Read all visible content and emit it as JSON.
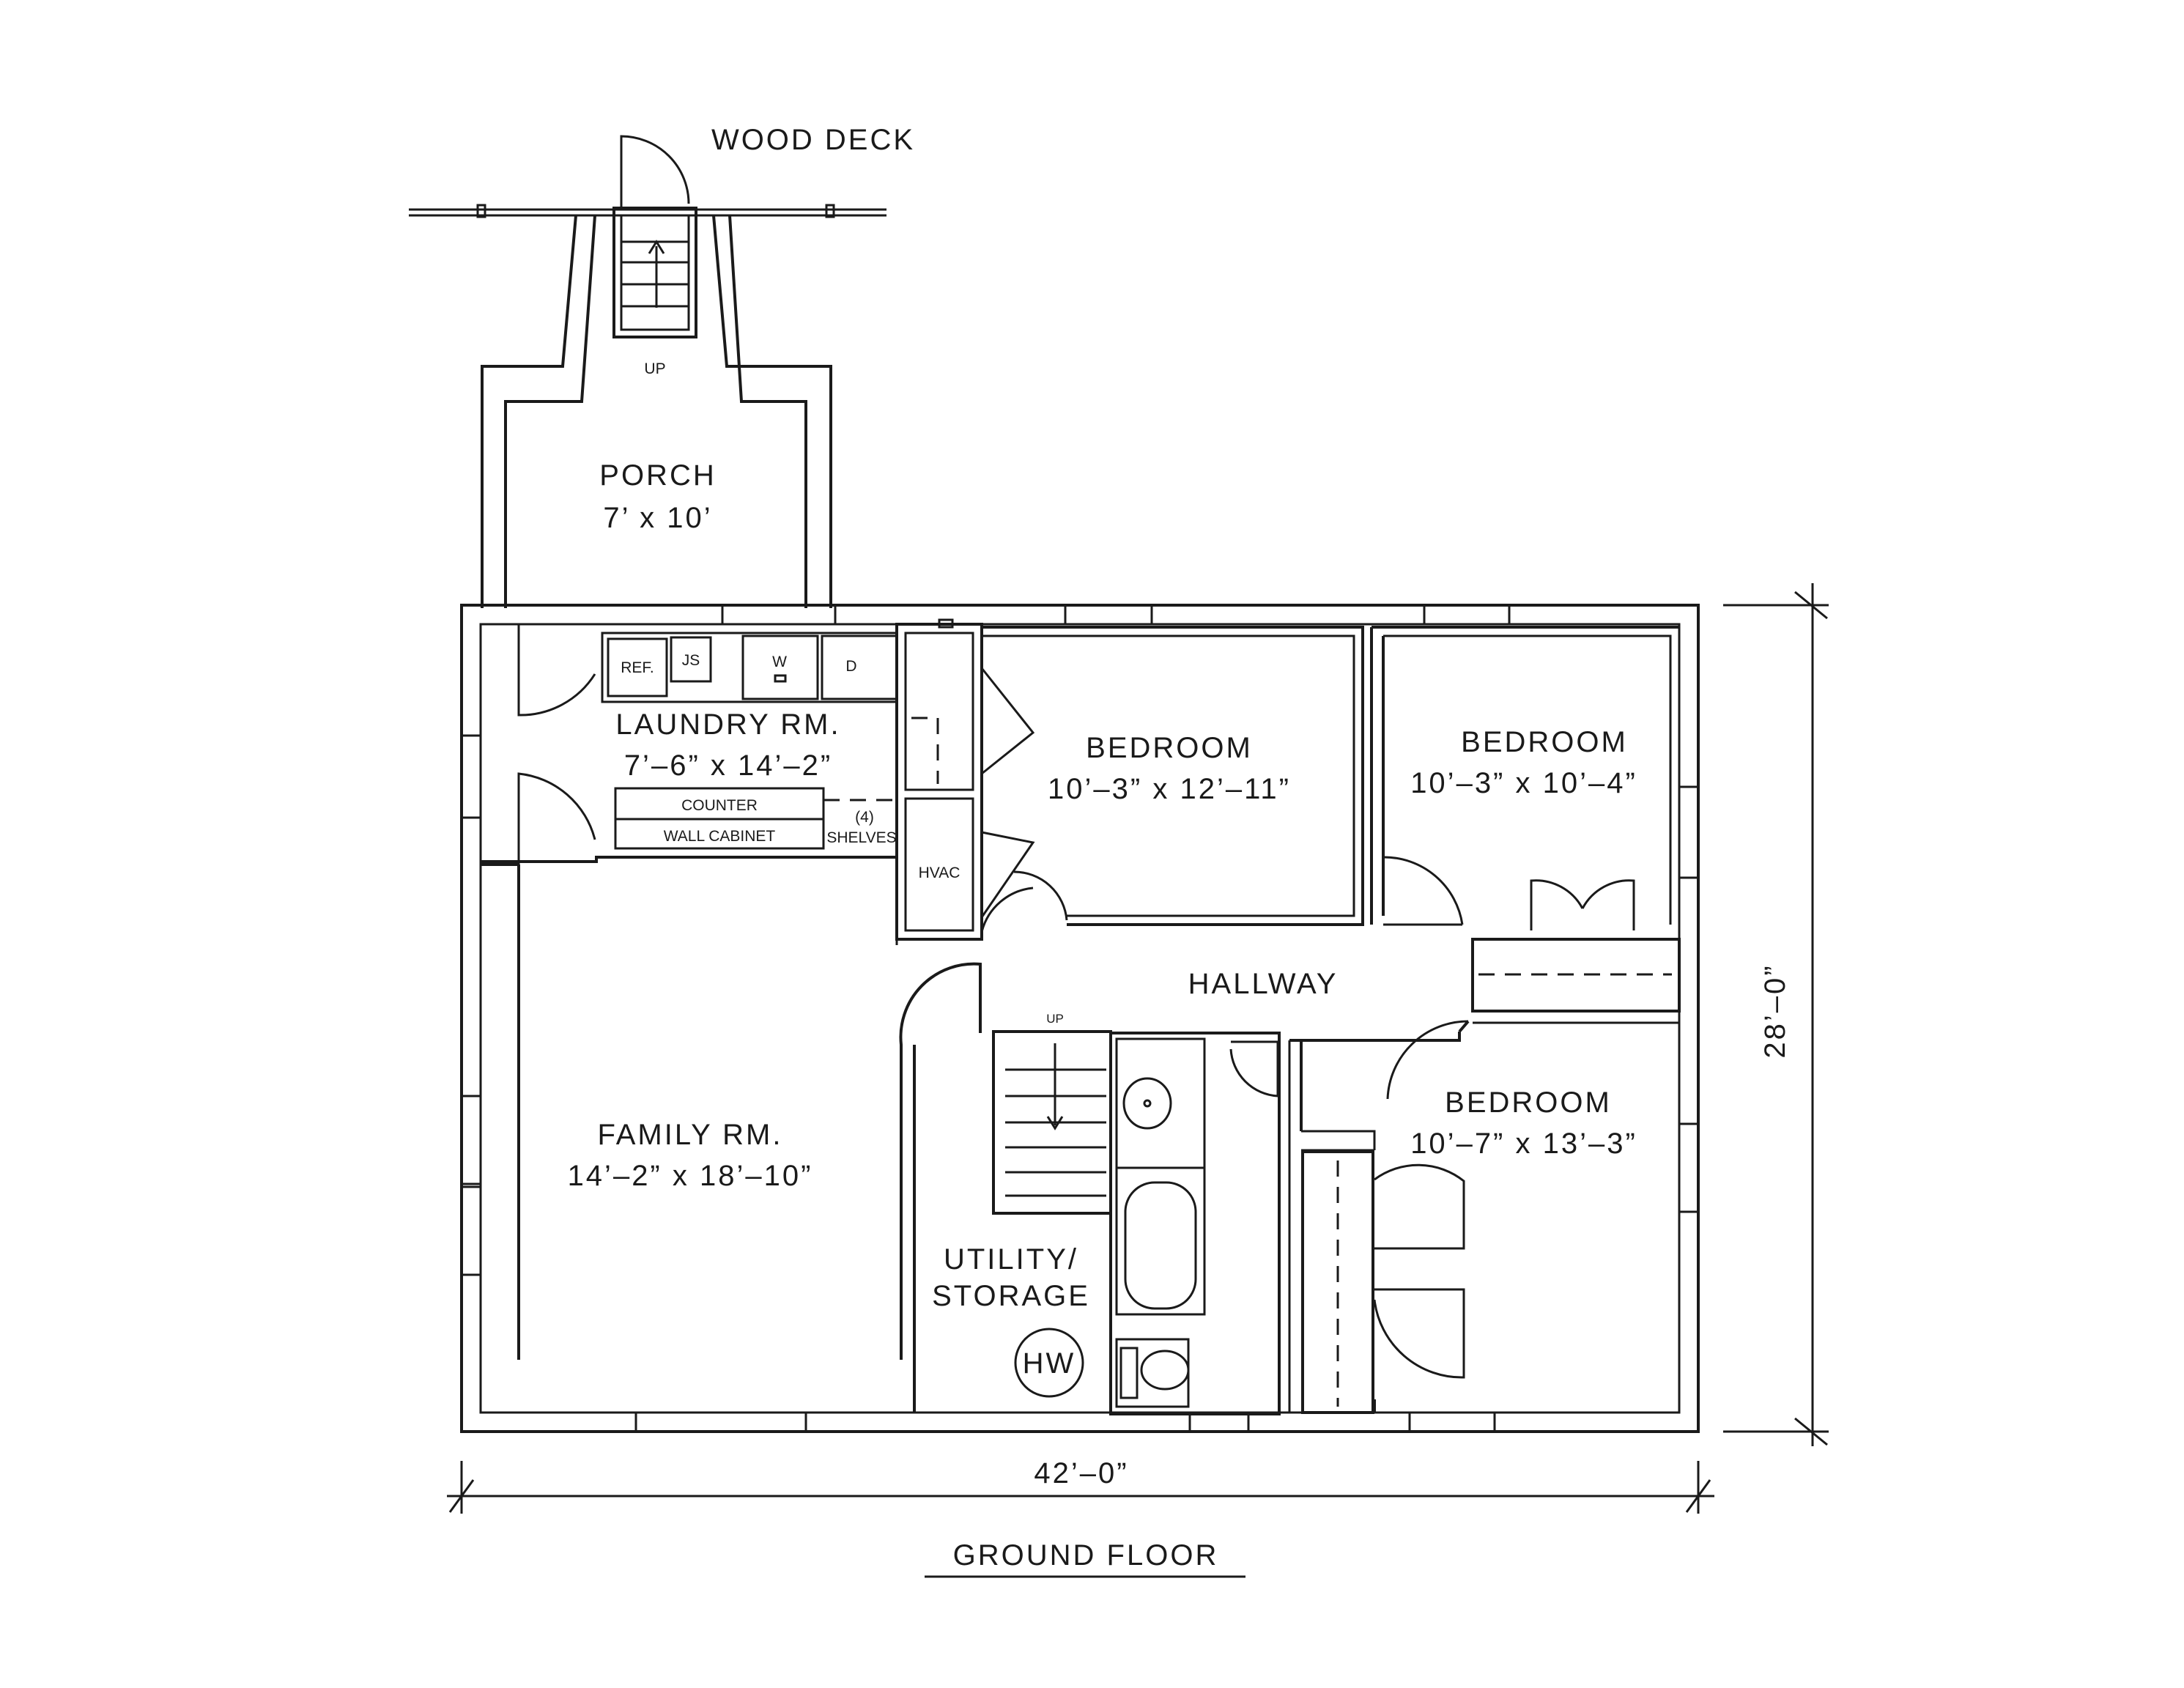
{
  "labels": {
    "wood_deck": "WOOD DECK",
    "porch_up": "UP",
    "porch": "PORCH",
    "porch_dim": "7’ x 10’",
    "ref": "REF.",
    "js": "JS",
    "w": "W",
    "d": "D",
    "laundry": "LAUNDRY RM.",
    "laundry_dim": "7’–6” x 14’–2”",
    "counter": "COUNTER",
    "wall_cabinet": "WALL CABINET",
    "shelves_count": "(4)",
    "shelves": "SHELVES",
    "hvac": "HVAC",
    "bedroom1": "BEDROOM",
    "bedroom1_dim": "10’–3” x 12’–11”",
    "bedroom2": "BEDROOM",
    "bedroom2_dim": "10’–3” x 10’–4”",
    "hallway": "HALLWAY",
    "stair_up": "UP",
    "family": "FAMILY RM.",
    "family_dim": "14’–2” x 18’–10”",
    "utility": "UTILITY/",
    "storage": "STORAGE",
    "hw": "HW",
    "bedroom3": "BEDROOM",
    "bedroom3_dim": "10’–7” x 13’–3”",
    "width_dim": "42’–0”",
    "depth_dim": "28’–0”",
    "floor_title": "GROUND FLOOR"
  }
}
